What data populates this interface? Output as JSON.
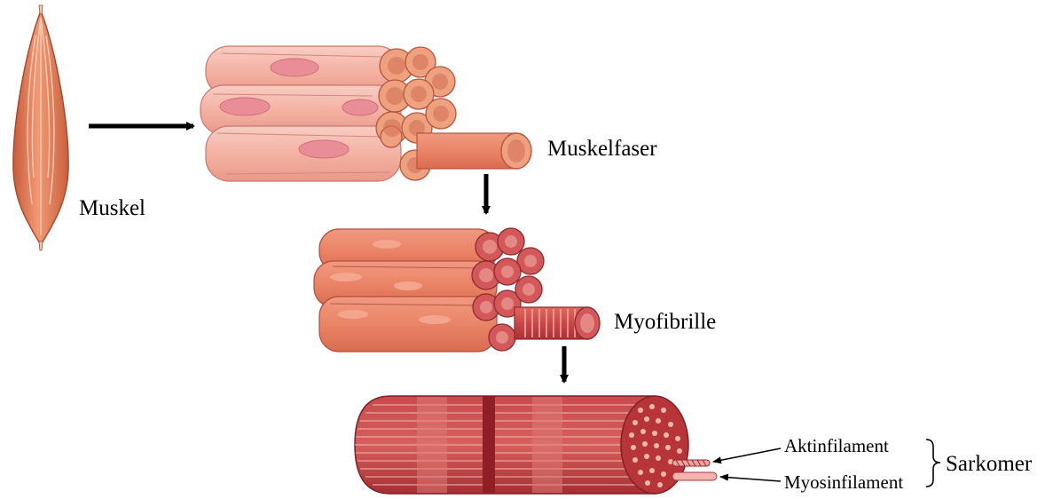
{
  "labels": {
    "muskel": "Muskel",
    "muskelfaser": "Muskelfaser",
    "myofibrille": "Myofibrille",
    "aktinfilament": "Aktinfilament",
    "myosinfilament": "Myosinfilament",
    "sarkomer": "Sarkomer"
  },
  "colors": {
    "muscle": "#e8845c",
    "fiber_light": "#f4b3a6",
    "fiber_mid": "#e9836e",
    "fibril_dark": "#c4474a",
    "myofibril_red": "#b73539",
    "nucleus": "#e88690",
    "arrow": "#000000"
  }
}
